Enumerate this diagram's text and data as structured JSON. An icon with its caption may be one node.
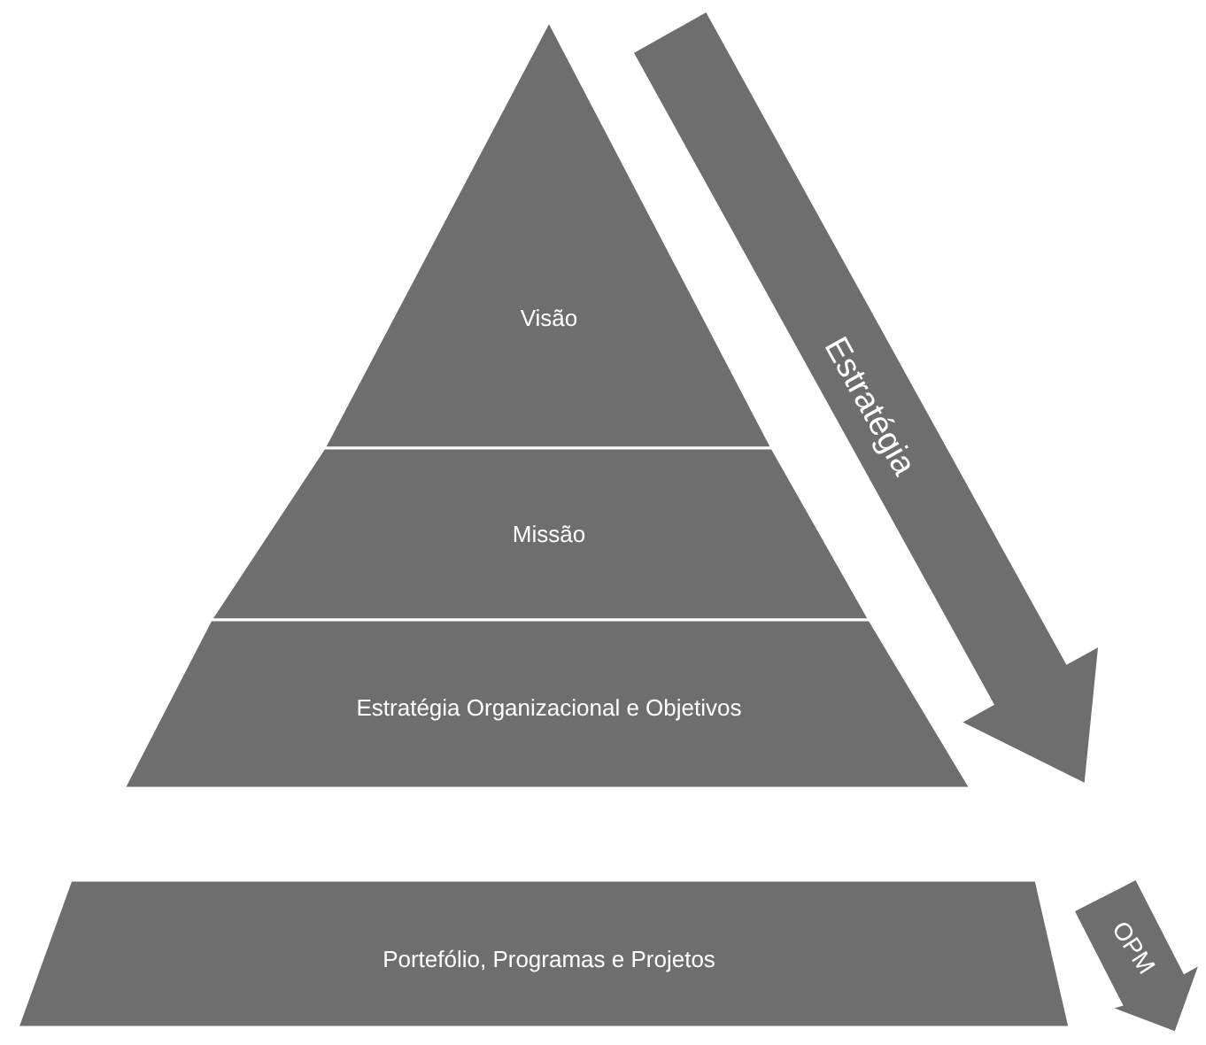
{
  "diagram": {
    "nodes": [
      {
        "text": [
          "Visão"
        ]
      },
      {
        "text": [
          "Missão"
        ]
      },
      {
        "text": [
          "Estratégia Organizacional e Objetivos"
        ]
      },
      {
        "text": [
          "Estratégia"
        ]
      },
      {
        "text": [
          "Portefólio, Programas e Projetos"
        ]
      },
      {
        "text": [
          "OPM"
        ]
      }
    ]
  }
}
